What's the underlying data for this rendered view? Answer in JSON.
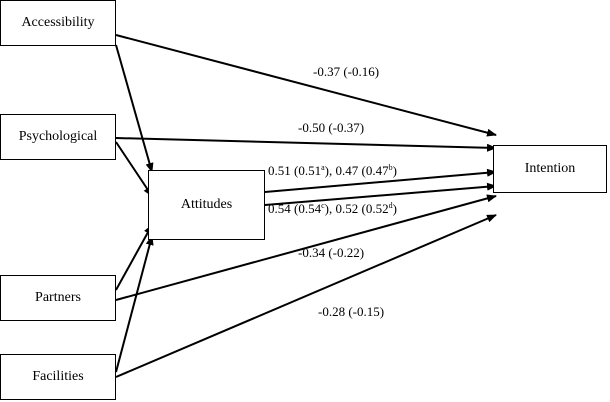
{
  "nodes": {
    "accessibility": "Accessibility",
    "psychological": "Psychological",
    "partners": "Partners",
    "facilities": "Facilities",
    "attitudes": "Attitudes",
    "intention": "Intention"
  },
  "paths": {
    "accessibility_intention": "-0.37  (-0.16)",
    "psychological_intention": "-0.50 (-0.37)",
    "attitudes_intention_upper": {
      "a_value": "0.51",
      "a_open": "(0.51",
      "a_sup": "a",
      "a_close": "),",
      "b_value": "0.47",
      "b_open": "(0.47",
      "b_sup": "b",
      "b_close": ")"
    },
    "attitudes_intention_lower": {
      "c_value": "0.54",
      "c_open": "(0.54",
      "c_sup": "c",
      "c_close": "),",
      "d_value": "0.52",
      "d_open": "(0.52",
      "d_sup": "d",
      "d_close": ")"
    },
    "partners_intention": "-0.34 (-0.22)",
    "facilities_intention": "-0.28 (-0.15)"
  }
}
